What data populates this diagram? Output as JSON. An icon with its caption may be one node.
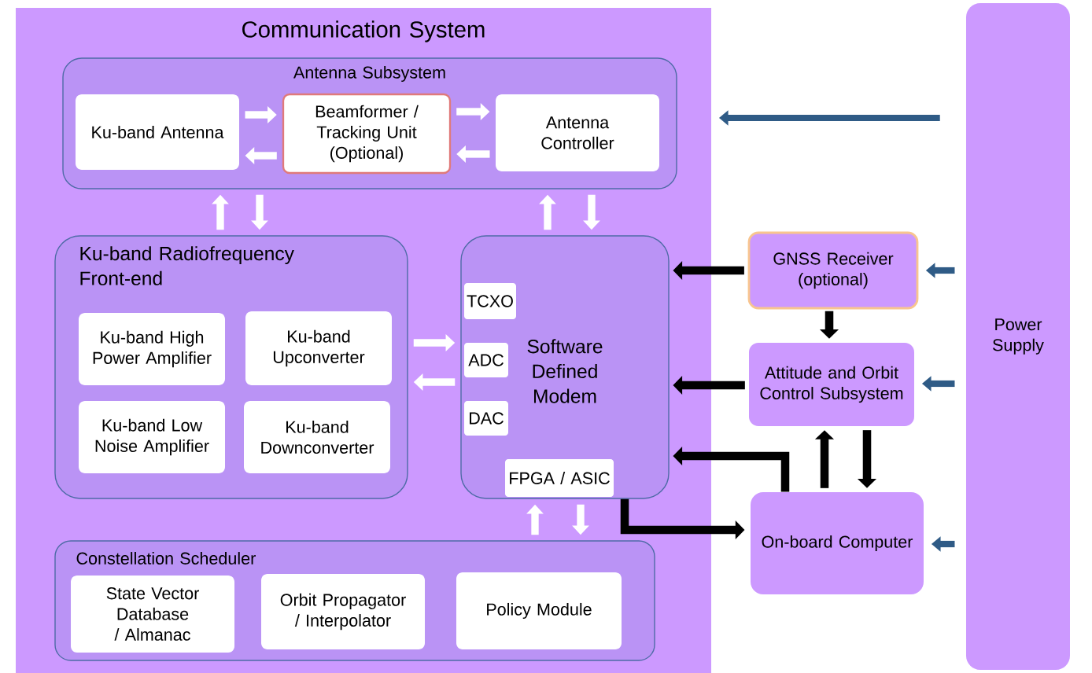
{
  "diagram": {
    "nodes": [
      {
        "text": [
          "Communication System"
        ]
      },
      {
        "text": [
          "Antenna Subsystem"
        ],
        "in": 0
      },
      {
        "text": [
          "Ku-band Antenna"
        ],
        "in": 1
      },
      {
        "text": [
          "Beamformer / Tracking Unit (Optional)"
        ],
        "in": 1
      },
      {
        "text": [
          "Antenna Controller"
        ],
        "in": 1
      },
      {
        "text": [
          "Ku-band Radiofrequency Front-end"
        ],
        "in": 0
      },
      {
        "text": [
          "Ku-band High Power Amplifier"
        ],
        "in": 5
      },
      {
        "text": [
          "Ku-band Upconverter"
        ],
        "in": 5
      },
      {
        "text": [
          "Ku-band Low Noise Amplifier"
        ],
        "in": 5
      },
      {
        "text": [
          "Ku-band Downconverter"
        ],
        "in": 5
      },
      {
        "text": [
          "Software Defined Modem"
        ],
        "in": 0
      },
      {
        "text": [
          "TCXO"
        ],
        "in": 10
      },
      {
        "text": [
          "ADC"
        ],
        "in": 10
      },
      {
        "text": [
          "DAC"
        ],
        "in": 10
      },
      {
        "text": [
          "FPGA / ASIC"
        ],
        "in": 10
      },
      {
        "text": [
          "Constellation Scheduler"
        ],
        "in": 0
      },
      {
        "text": [
          "State Vector Database / Almanac"
        ],
        "in": 15
      },
      {
        "text": [
          "Orbit Propagator / Interpolator"
        ],
        "in": 15
      },
      {
        "text": [
          "Policy Module"
        ],
        "in": 15
      },
      {
        "text": [
          "GNSS Receiver (optional)"
        ]
      },
      {
        "text": [
          "Attitude and Orbit Control Subsystem"
        ]
      },
      {
        "text": [
          "On-board Computer"
        ]
      },
      {
        "text": [
          "Power Supply"
        ]
      }
    ],
    "edges": [
      {
        "from": 2,
        "to": 3,
        "arrow": "to"
      },
      {
        "from": 3,
        "to": 2,
        "arrow": "to"
      },
      {
        "from": 3,
        "to": 4,
        "arrow": "to"
      },
      {
        "from": 4,
        "to": 3,
        "arrow": "to"
      },
      {
        "from": 5,
        "to": 1,
        "arrow": "to"
      },
      {
        "from": 1,
        "to": 5,
        "arrow": "to"
      },
      {
        "from": 10,
        "to": 1,
        "arrow": "to"
      },
      {
        "from": 1,
        "to": 10,
        "arrow": "to"
      },
      {
        "from": 5,
        "to": 10,
        "arrow": "to"
      },
      {
        "from": 10,
        "to": 5,
        "arrow": "to"
      },
      {
        "from": 15,
        "to": 10,
        "arrow": "to"
      },
      {
        "from": 10,
        "to": 15,
        "arrow": "to"
      },
      {
        "from": 22,
        "to": 0,
        "arrow": "to",
        "color": "#2f5b86"
      },
      {
        "from": 22,
        "to": 19,
        "arrow": "to",
        "color": "#2f5b86"
      },
      {
        "from": 22,
        "to": 20,
        "arrow": "to",
        "color": "#2f5b86"
      },
      {
        "from": 22,
        "to": 21,
        "arrow": "to",
        "color": "#2f5b86"
      },
      {
        "from": 19,
        "to": 10,
        "arrow": "to",
        "color": "#000000"
      },
      {
        "from": 20,
        "to": 10,
        "arrow": "to",
        "color": "#000000"
      },
      {
        "from": 19,
        "to": 20,
        "arrow": "to",
        "color": "#000000"
      },
      {
        "from": 21,
        "to": 20,
        "arrow": "to",
        "color": "#000000"
      },
      {
        "from": 20,
        "to": 21,
        "arrow": "to",
        "color": "#000000"
      },
      {
        "from": 21,
        "to": 10,
        "arrow": "to",
        "color": "#000000"
      },
      {
        "from": 10,
        "to": 21,
        "arrow": "to",
        "color": "#000000"
      }
    ]
  }
}
